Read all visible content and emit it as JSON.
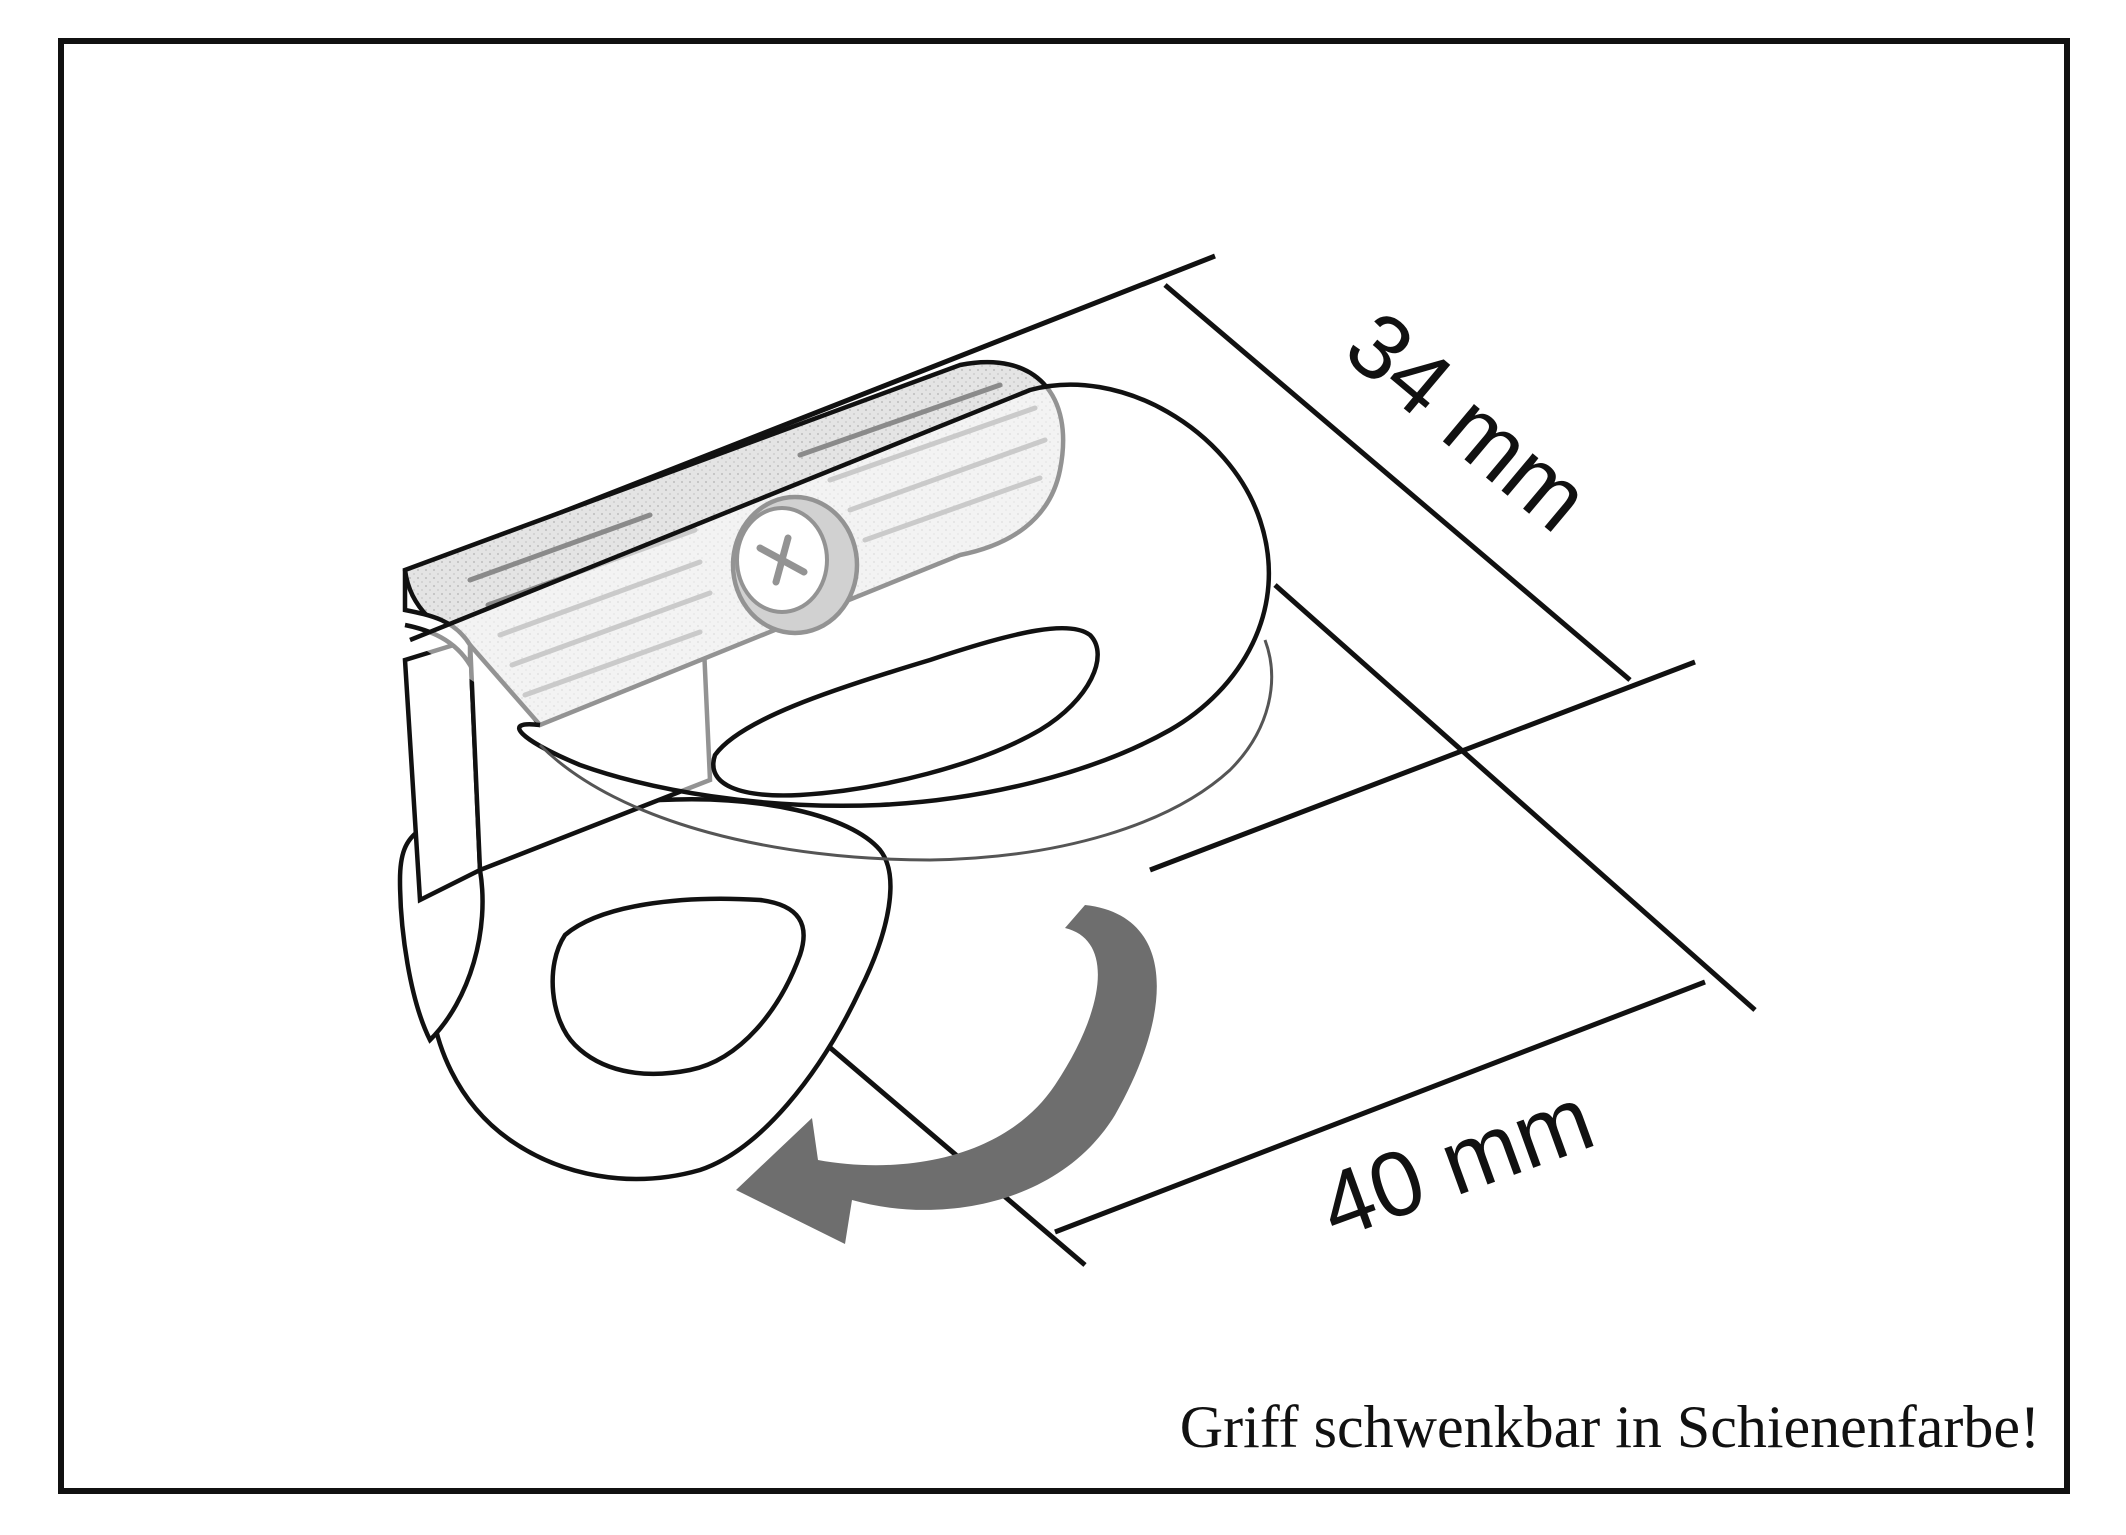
{
  "dimensions": {
    "depth_label": "34 mm",
    "width_label": "40 mm"
  },
  "caption": "Griff schwenkbar in Schienenfarbe!",
  "colors": {
    "line": "#111111",
    "rail_fill": "#d9d9d9",
    "arrow": "#6e6e6e",
    "screw": "#9a9a9a"
  }
}
